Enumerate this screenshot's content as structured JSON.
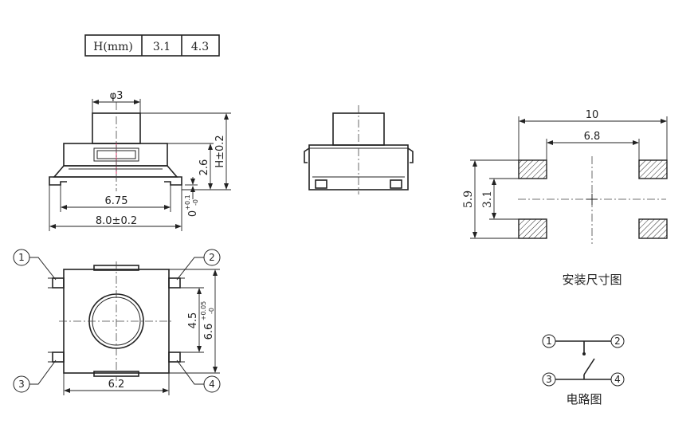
{
  "height_table": {
    "header": "H(mm)",
    "values": [
      "3.1",
      "4.3"
    ]
  },
  "side_view": {
    "dim_diameter": "φ3",
    "dim_height_h": "H±0.2",
    "dim_height_base": "2.6",
    "dim_inner_width": "6.75",
    "dim_outer_width": "8.0±0.2",
    "dim_lead_main": "0",
    "dim_lead_tol_plus": "+0.1",
    "dim_lead_tol_minus": "-0"
  },
  "top_view": {
    "dim_width": "6.2",
    "dim_inner_height": "4.5",
    "dim_outer_main": "6.6",
    "dim_outer_tol_plus": "+0.05",
    "dim_outer_tol_minus": "-0",
    "pins": [
      "1",
      "2",
      "3",
      "4"
    ]
  },
  "footprint": {
    "dim_outer_span": "10",
    "dim_inner_span": "6.8",
    "dim_outer_height": "5.9",
    "dim_inner_height": "3.1",
    "caption": "安装尺寸图"
  },
  "circuit": {
    "pins": [
      "1",
      "2",
      "3",
      "4"
    ],
    "caption": "电路图"
  }
}
